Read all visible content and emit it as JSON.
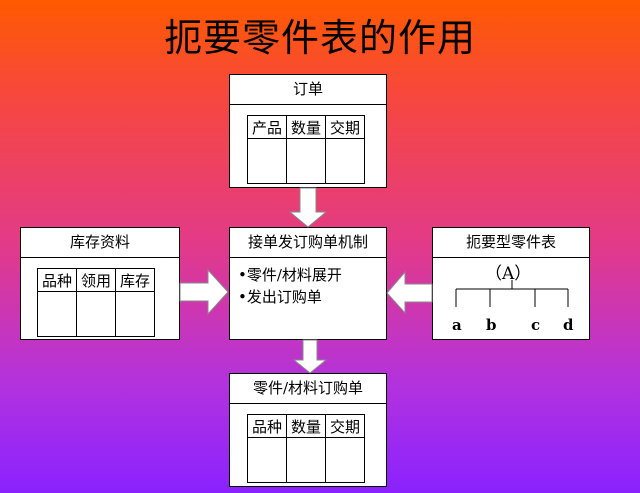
{
  "title": "扼要零件表的作用",
  "order_box": {
    "header": "订单",
    "columns": [
      "产品",
      "数量",
      "交期"
    ]
  },
  "inventory_box": {
    "header": "库存资料",
    "columns": [
      "品种",
      "领用",
      "库存"
    ]
  },
  "mechanism_box": {
    "header": "接单发订购单机制",
    "bullets": [
      "•零件/材料展开",
      "•发出订购单"
    ]
  },
  "bom_box": {
    "header": "扼要型零件表",
    "root": "（A）",
    "children": [
      "a",
      "b",
      "c",
      "d"
    ]
  },
  "purchase_box": {
    "header": "零件/材料订购单",
    "columns": [
      "品种",
      "数量",
      "交期"
    ]
  },
  "colors": {
    "background_top": "#ff5a00",
    "background_bottom": "#8a22ff",
    "box_fill": "#ffffff"
  }
}
